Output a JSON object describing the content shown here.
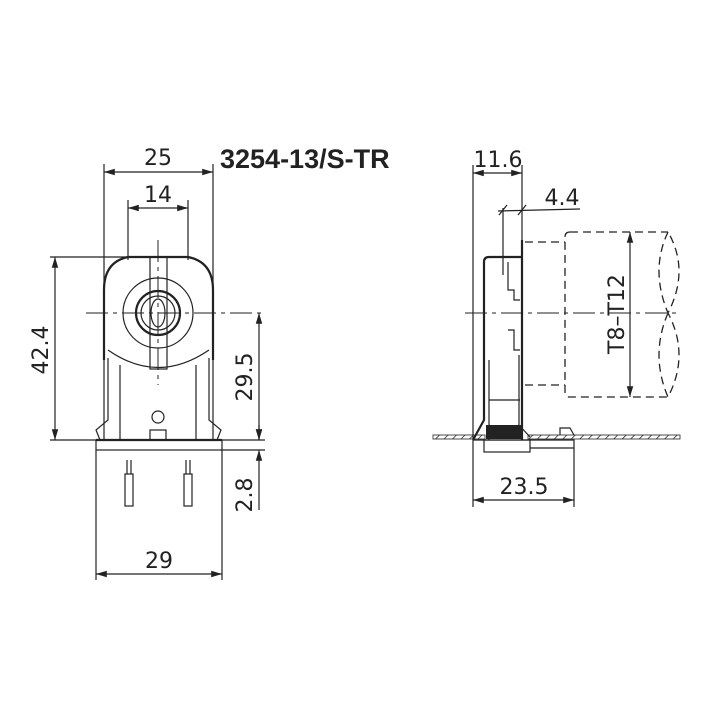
{
  "title": "3254-13/S-TR",
  "front_view": {
    "dim_width_outer": "25",
    "dim_width_inner": "14",
    "dim_height_total": "42.4",
    "dim_center_height": "29.5",
    "dim_base_thickness": "2.8",
    "dim_base_width": "29"
  },
  "side_view": {
    "dim_depth": "11.6",
    "dim_offset": "4.4",
    "dim_lamp": "T8–T12",
    "dim_base_depth": "23.5"
  }
}
